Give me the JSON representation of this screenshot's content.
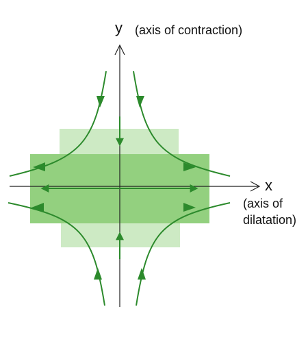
{
  "colors": {
    "background": "#ffffff",
    "rect_light": "#cdeac4",
    "rect_dark": "#93d07f",
    "stream": "#2c8a2c",
    "axis": "#222222",
    "text": "#111111"
  },
  "labels": {
    "y_letter": "y",
    "y_note": "(axis of contraction)",
    "x_letter": "x",
    "x_note_line1": "(axis of",
    "x_note_line2": "dilatation)"
  },
  "shapes": {
    "original_rect": "light-green",
    "deformed_rect": "medium-green"
  },
  "flow": {
    "streamlines": 4,
    "along_y": "inward",
    "along_x": "outward"
  }
}
